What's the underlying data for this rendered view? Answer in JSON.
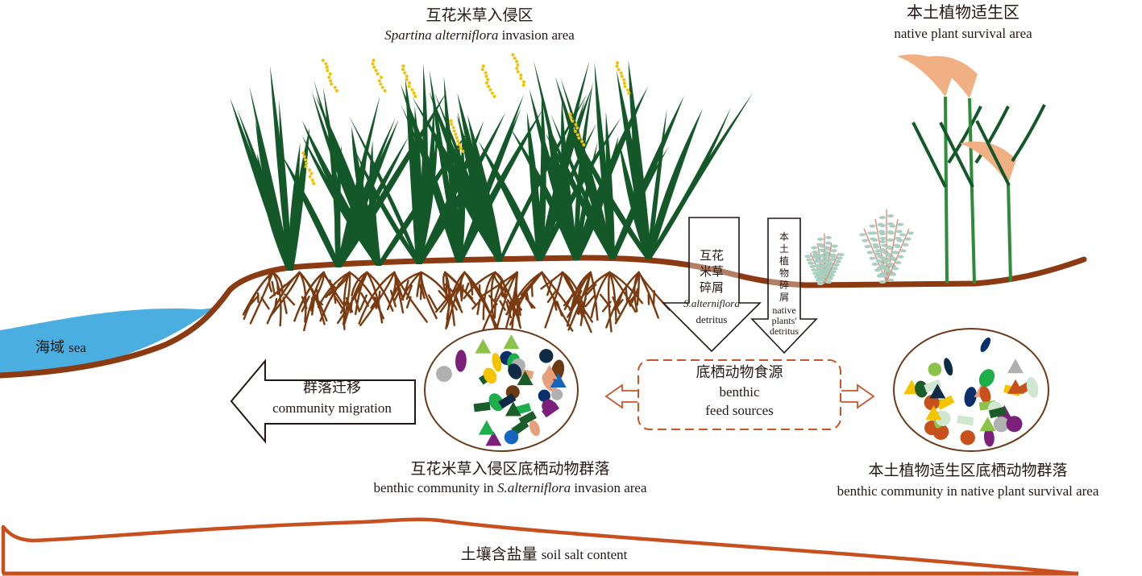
{
  "title_invasion": {
    "zh": "互花米草入侵区",
    "en_italic": "Spartina alterniflora",
    "en_rest": " invasion area"
  },
  "title_native": {
    "zh": "本土植物适生区",
    "en": "native plant survival area"
  },
  "sea": {
    "zh": "海域",
    "en": "sea"
  },
  "arrow_sa_detritus": {
    "zh_lines": [
      "互花",
      "米草",
      "碎屑"
    ],
    "en_italic": "S.alterniflora",
    "en": "detritus"
  },
  "arrow_native_detritus": {
    "zh_chars": [
      "本",
      "土",
      "植",
      "物",
      "碎",
      "屑"
    ],
    "en_lines": [
      "native",
      "plants'",
      "detritus"
    ]
  },
  "feed_sources": {
    "zh": "底栖动物食源",
    "en_line1": "benthic",
    "en_line2": "feed sources"
  },
  "migration": {
    "zh": "群落迁移",
    "en": "community migration"
  },
  "community_invasion": {
    "zh": "互花米草入侵区底栖动物群落",
    "en_pre": "benthic community in ",
    "en_italic": "S.alterniflora",
    "en_post": " invasion area"
  },
  "community_native": {
    "zh": "本土植物适生区底栖动物群落",
    "en": "benthic community in native plant survival area"
  },
  "salt": {
    "zh": "土壤含盐量",
    "en": "soil salt content"
  },
  "colors": {
    "soil": "#8b3a12",
    "root": "#7a3a10",
    "sea": "#4aaee0",
    "spartina": "#14582a",
    "spartina_flower": "#f2c200",
    "reed_panicle": "#f0b084",
    "reed_stem": "#2e8b3a",
    "shrub_leaf": "#a9cfc0",
    "shrub_stem": "#e08a7a",
    "feed_border": "#c8562a",
    "salt_line": "#c8501e",
    "circle_border": "#6b3a1a"
  }
}
